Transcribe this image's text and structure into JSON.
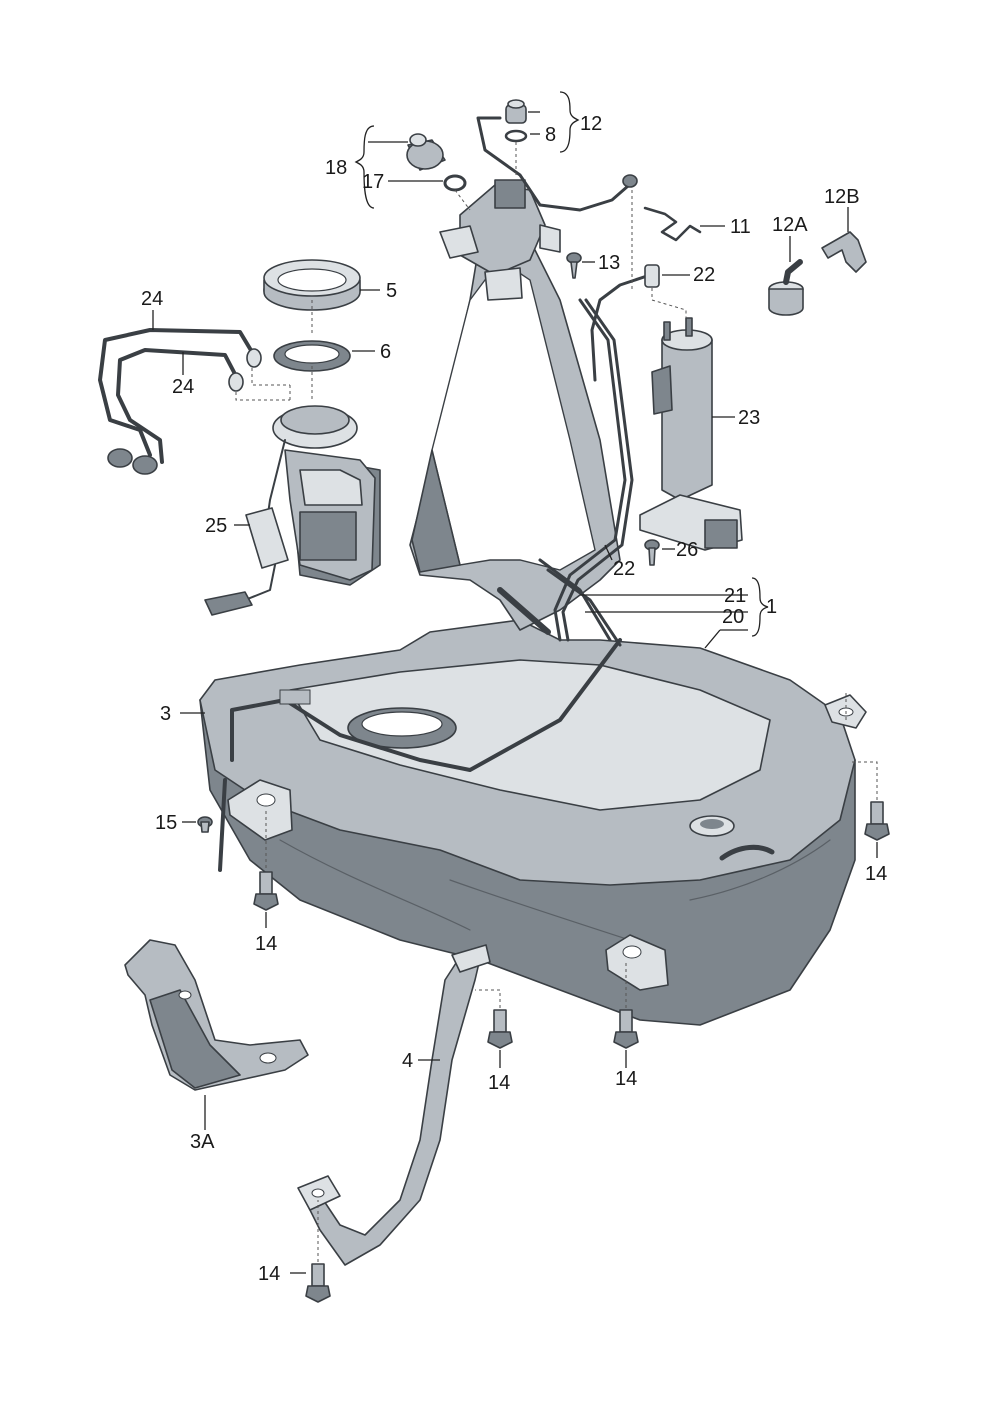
{
  "labels": {
    "l1": "1",
    "l3": "3",
    "l3A": "3A",
    "l4": "4",
    "l5": "5",
    "l6": "6",
    "l8": "8",
    "l11": "11",
    "l12": "12",
    "l12A": "12A",
    "l12B": "12B",
    "l13": "13",
    "l14a": "14",
    "l14b": "14",
    "l14c": "14",
    "l14d": "14",
    "l14e": "14",
    "l15": "15",
    "l17": "17",
    "l18": "18",
    "l20": "20",
    "l21": "21",
    "l22a": "22",
    "l22b": "22",
    "l23": "23",
    "l24a": "24",
    "l24b": "24",
    "l25": "25",
    "l26": "26"
  },
  "colors": {
    "part_fill": "#b6bcc2",
    "part_dark": "#7e868d",
    "part_light": "#dde1e4",
    "outline": "#3a3f44",
    "label_text": "#1a1a1a"
  }
}
